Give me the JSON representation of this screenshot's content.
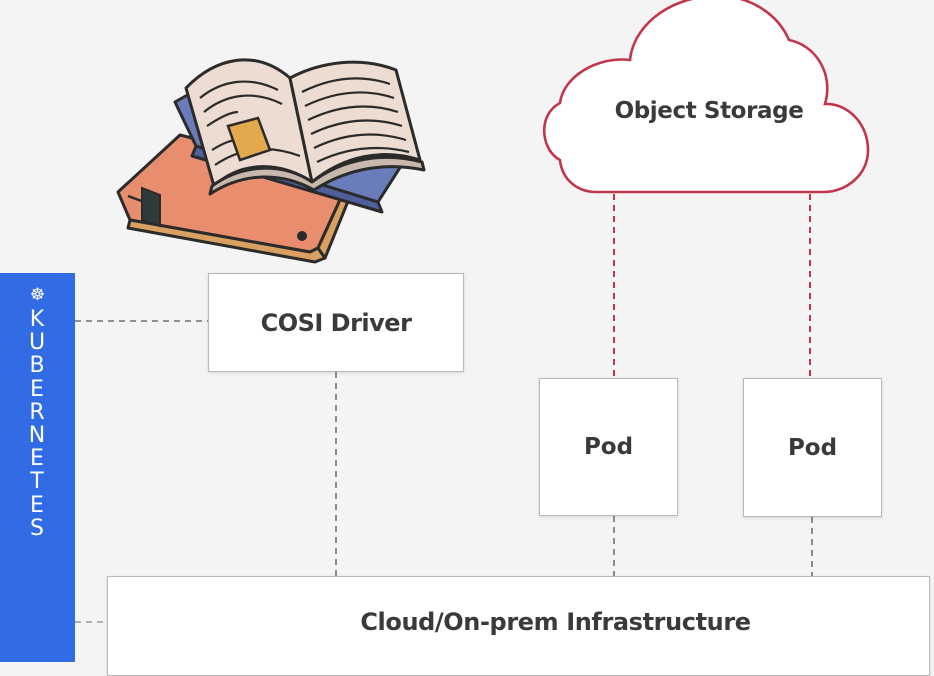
{
  "cloud": {
    "label": "Object Storage"
  },
  "cosi_driver": {
    "label": "COSI Driver"
  },
  "pods": [
    {
      "label": "Pod"
    },
    {
      "label": "Pod"
    }
  ],
  "infrastructure": {
    "label": "Cloud/On-prem Infrastructure"
  },
  "kubernetes_sidebar": {
    "icon": "helm-wheel-icon",
    "letters": [
      "K",
      "U",
      "B",
      "E",
      "R",
      "N",
      "E",
      "T",
      "E",
      "S"
    ]
  },
  "illustration": {
    "icon": "open-book-stack-icon"
  },
  "colors": {
    "background": "#f4f4f4",
    "kubernetes_blue": "#326ce5",
    "cloud_outline": "#c0364a",
    "storage_link": "#c0364a",
    "control_link": "#555555"
  }
}
